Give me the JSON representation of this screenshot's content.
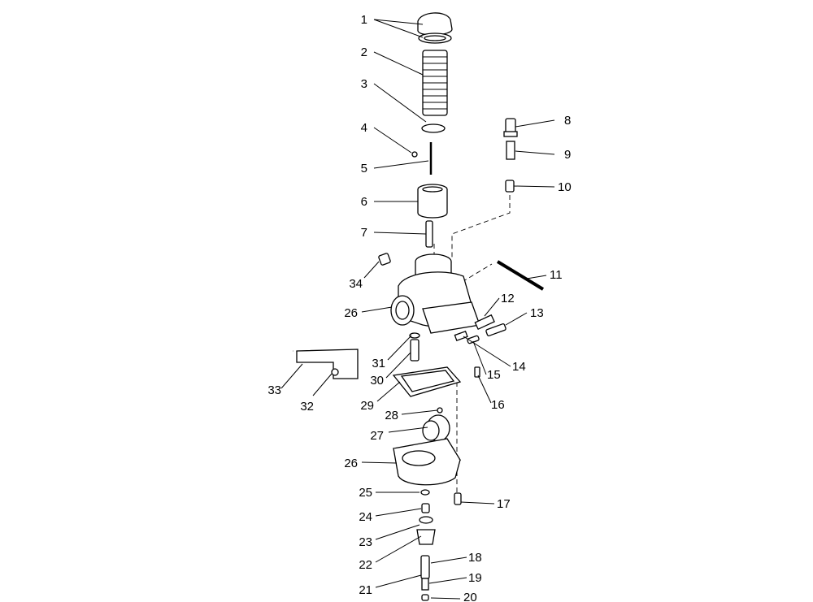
{
  "labels": [
    "1",
    "2",
    "3",
    "4",
    "5",
    "6",
    "7",
    "8",
    "9",
    "10",
    "11",
    "12",
    "13",
    "14",
    "15",
    "16",
    "17",
    "18",
    "19",
    "20",
    "21",
    "22",
    "23",
    "24",
    "25",
    "26",
    "26",
    "27",
    "28",
    "29",
    "30",
    "31",
    "32",
    "33",
    "34"
  ]
}
